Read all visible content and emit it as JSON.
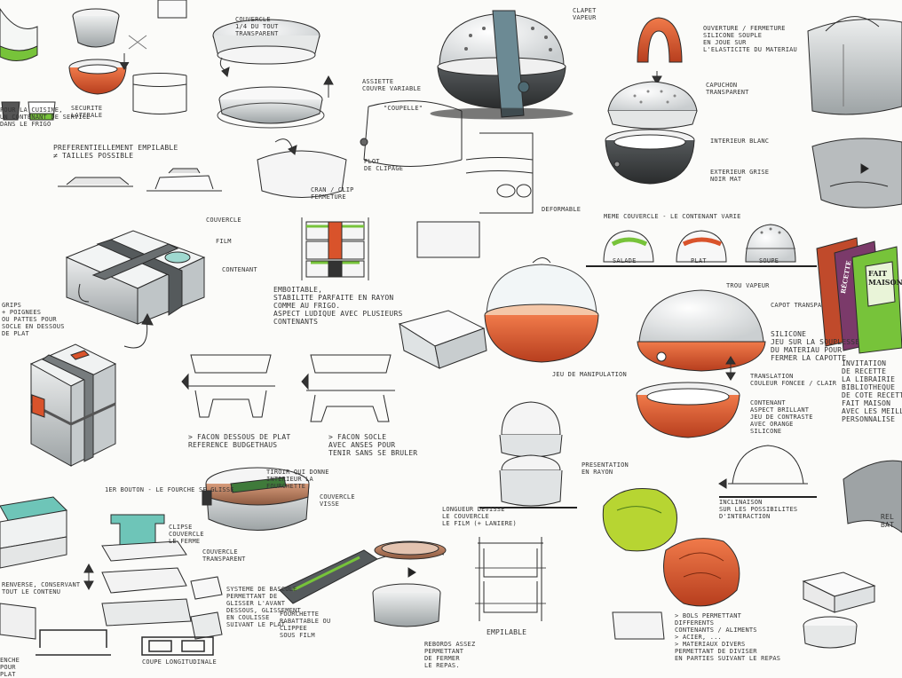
{
  "notes": [
    {
      "id": "n1",
      "text": "COUVERCLE\n1/4 DU TOUT\nTRANSPARENT"
    },
    {
      "id": "n2",
      "text": "ASSIETTE\nCOUVRE VARIABLE"
    },
    {
      "id": "n3",
      "text": "\"COUPELLE\""
    },
    {
      "id": "n4",
      "text": "PLOT\nDE CLIPAGE"
    },
    {
      "id": "n5",
      "text": "CRAN / CLIP\nFERMETURE"
    },
    {
      "id": "n6",
      "text": "CLAPET\nVAPEUR"
    },
    {
      "id": "n7",
      "text": "OUVERTURE / FERMETURE\nSILICONE SOUPLE\nEN JOUE SUR\nL'ELASTICITE DU MATERIAU"
    },
    {
      "id": "n8",
      "text": "CAPUCHON\nTRANSPARENT"
    },
    {
      "id": "n9",
      "text": "INTERIEUR BLANC"
    },
    {
      "id": "n10",
      "text": "EXTERIEUR GRISE\nNOIR MAT"
    },
    {
      "id": "n11",
      "text": "DEFORMABLE"
    },
    {
      "id": "n12",
      "text": "PREFERENTIELLEMENT EMPILABLE\n≠ TAILLES POSSIBLE"
    },
    {
      "id": "n13",
      "text": "COUVERCLE"
    },
    {
      "id": "n14",
      "text": "FILM"
    },
    {
      "id": "n15",
      "text": "CONTENANT"
    },
    {
      "id": "n16",
      "text": "GRIPS\n+ POIGNEES\nOU PATTES POUR\nSOCLE EN DESSOUS\nDE PLAT"
    },
    {
      "id": "n17",
      "text": "EMBOITABLE,\nSTABILITE PARFAITE EN RAYON\nCOMME AU FRIGO.\nASPECT LUDIQUE AVEC PLUSIEURS\nCONTENANTS"
    },
    {
      "id": "n18",
      "text": "MEME COUVERCLE - LE CONTENANT VARIE"
    },
    {
      "id": "n19",
      "text": "SALADE"
    },
    {
      "id": "n20",
      "text": "PLAT"
    },
    {
      "id": "n21",
      "text": "SOUPE"
    },
    {
      "id": "n22",
      "text": "TROU VAPEUR"
    },
    {
      "id": "n23",
      "text": "CAPOT TRANSPA"
    },
    {
      "id": "n24",
      "text": "SILICONE\nJEU SUR LA SOUPLESSE\nDU MATERIAU POUR\nFERMER LA CAPOTTE"
    },
    {
      "id": "n25",
      "text": "JEU DE MANIPULATION"
    },
    {
      "id": "n26",
      "text": "TRANSLATION\nCOULEUR FONCEE / CLAIR"
    },
    {
      "id": "n27",
      "text": "CONTENANT\nASPECT BRILLANT\nJEU DE CONTRASTE\nAVEC ORANGE\nSILICONE"
    },
    {
      "id": "n28",
      "text": "> FACON DESSOUS DE PLAT\nREFERENCE BUDGETHAUS"
    },
    {
      "id": "n29",
      "text": "> FACON SOCLE\nAVEC ANSES POUR\nTENIR SANS SE BRULER"
    },
    {
      "id": "n30",
      "text": "TIROIR QUI DONNE\nINTERIEUR LA\nFOURCHETTE"
    },
    {
      "id": "n31",
      "text": "COUVERCLE\nVISSE"
    },
    {
      "id": "n32",
      "text": "PRESENTATION\nEN RAYON"
    },
    {
      "id": "n33",
      "text": "INCLINAISON\nSUR LES POSSIBILITES\nD'INTERACTION"
    },
    {
      "id": "n34",
      "text": "LONGUEUR DEVISSE\nLE COUVERCLE\nLE FILM (+ LANIERE)"
    },
    {
      "id": "n35",
      "text": "FOURCHETTE\nRABATTABLE OU\nCLIPPEE\nSOUS FILM"
    },
    {
      "id": "n36",
      "text": "REBORDS ASSEZ\nPERMETTANT\nDE FERMER\nLE REPAS."
    },
    {
      "id": "n37",
      "text": "EMPILABLE"
    },
    {
      "id": "n38",
      "text": "1ER BOUTON - LE FOURCHE SE GLISSE"
    },
    {
      "id": "n39",
      "text": "CLIPSE\nCOUVERCLE\nLE FERME"
    },
    {
      "id": "n40",
      "text": "COUVERCLE\nTRANSPARENT"
    },
    {
      "id": "n41",
      "text": "SYSTEME DE BASCULE\nPERMETTANT DE\nGLISSER L'AVANT\nDESSOUS, GLISSEMENT\nEN COULISSE\nSUIVANT LE PLAT"
    },
    {
      "id": "n42",
      "text": "COUPE LONGITUDINALE"
    },
    {
      "id": "n43",
      "text": "> BOLS PERMETTANT\nDIFFERENTS\nCONTENANTS / ALIMENTS\n> ACIER, ...\n> MATERIAUX DIVERS\nPERMETTANT DE DIVISER\nEN PARTIES SUIVANT LE REPAS"
    },
    {
      "id": "n44",
      "text": "INVITATION\nDE RECETTE\nLA LIBRAIRIE\nBIBLIOTHEQUE\nDE COTE RECETTE\nFAIT MAISON\nAVEC LES MEILLEURES\nPERSONNALISE"
    },
    {
      "id": "n45",
      "text": "RENVERSE, CONSERVANT\nTOUT LE CONTENU"
    },
    {
      "id": "n46",
      "text": "POUR LA CUISINE,\nUN CONTENANT DE SERVICE\nDANS LE FRIGO"
    },
    {
      "id": "n47",
      "text": "SECURITE\nLATERALE"
    },
    {
      "id": "n48",
      "text": "ENCHE\nPOUR\nPLAT"
    },
    {
      "id": "n49",
      "text": "REL\nBAT"
    }
  ],
  "books": [
    {
      "id": "b1",
      "text": "FAIT\nMAISON"
    },
    {
      "id": "b2",
      "text": "RÉCETTE"
    }
  ],
  "colors": {
    "ink": "#2b2b2b",
    "green": "#77c33a",
    "orange": "#d9532b",
    "orangeLight": "#e98a4c",
    "grey": "#8e9497",
    "greyDark": "#3e4244",
    "teal": "#6ec5b8",
    "copper": "#b57a5b",
    "yellowGreen": "#b7d532",
    "slateBlue": "#6c8a94",
    "purple": "#7b3a6a"
  }
}
